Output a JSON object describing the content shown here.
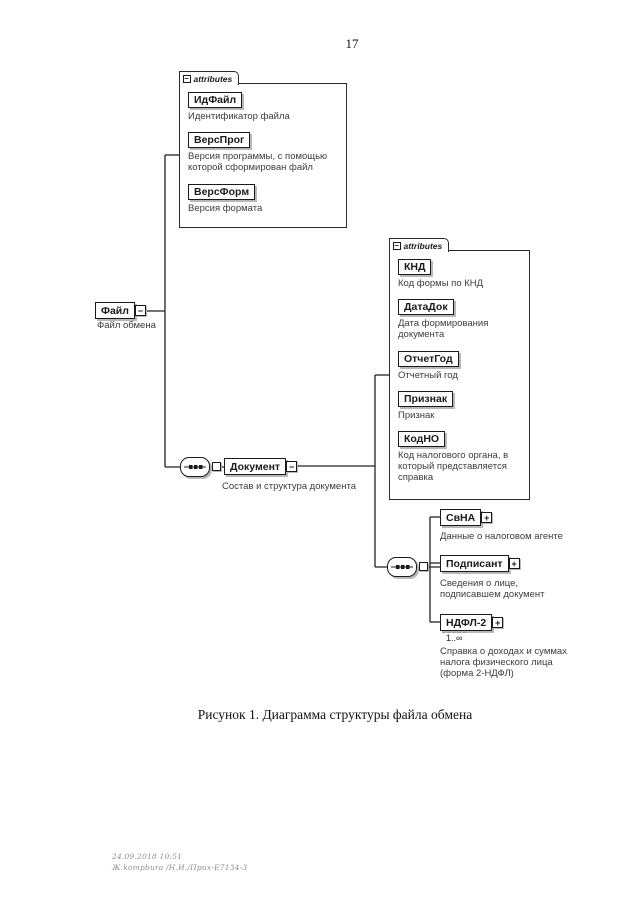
{
  "page": {
    "number": "17",
    "figure_caption": "Рисунок 1. Диаграмма структуры файла обмена",
    "stamp": {
      "line1": "24.09.2018 10:51",
      "line2": "Ж kompbura /Н.И./Прих-Е7134-3"
    }
  },
  "icons": {
    "collapse": "−",
    "expand": "+"
  },
  "diagram": {
    "root_element": {
      "label": "Файл",
      "caption": "Файл обмена"
    },
    "root_attributes": {
      "title": "attributes",
      "fields": [
        {
          "label": "ИдФайл",
          "caption": "Идентификатор файла"
        },
        {
          "label": "ВерсПрог",
          "caption": "Версия программы, с помощью\nкоторой сформирован файл"
        },
        {
          "label": "ВерсФорм",
          "caption": "Версия формата"
        }
      ]
    },
    "document_element": {
      "label": "Документ",
      "caption": "Состав и структура документа"
    },
    "document_attributes": {
      "title": "attributes",
      "fields": [
        {
          "label": "КНД",
          "caption": "Код формы по КНД"
        },
        {
          "label": "ДатаДок",
          "caption": "Дата формирования\nдокумента"
        },
        {
          "label": "ОтчетГод",
          "caption": "Отчетный год"
        },
        {
          "label": "Признак",
          "caption": "Признак"
        },
        {
          "label": "КодНО",
          "caption": "Код налогового органа, в\nкоторый представляется\nсправка"
        }
      ]
    },
    "document_children": [
      {
        "label": "СвНА",
        "cardinality": "",
        "caption": "Данные о налоговом агенте"
      },
      {
        "label": "Подписант",
        "cardinality": "",
        "caption": "Сведения о лице,\nподписавшем документ"
      },
      {
        "label": "НДФЛ-2",
        "cardinality": "1..∞",
        "caption": "Справка о доходах и суммах\nналога физического лица\n(форма 2-НДФЛ)"
      }
    ]
  }
}
